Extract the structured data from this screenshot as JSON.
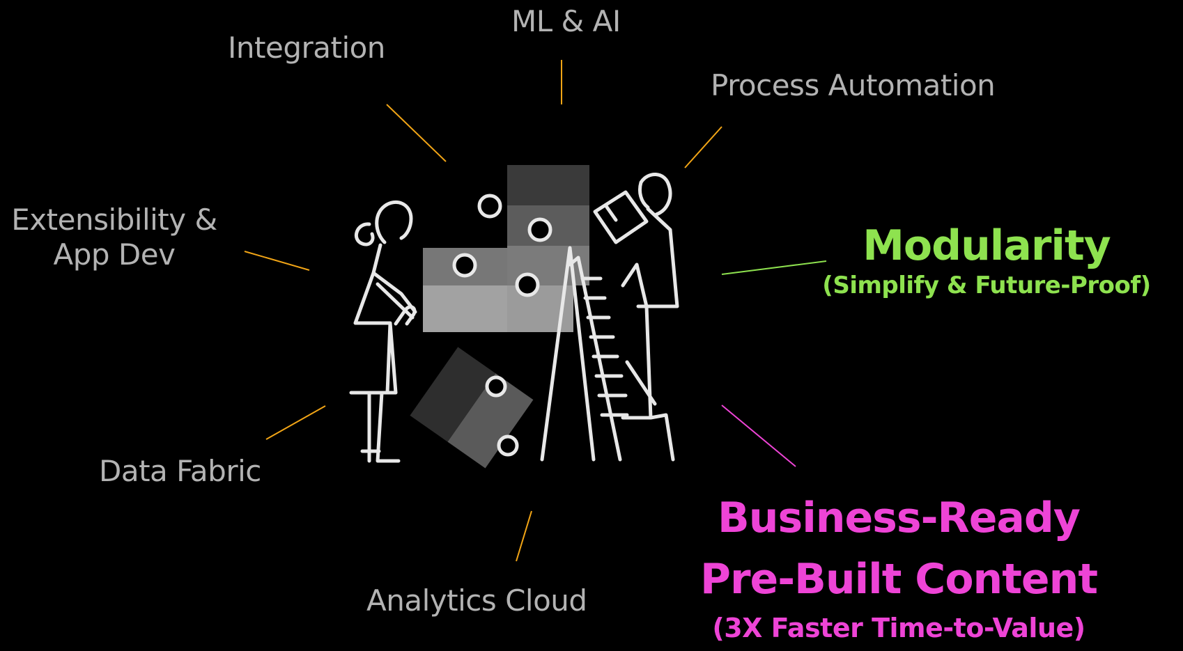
{
  "labels": {
    "ml_ai": "ML & AI",
    "integration": "Integration",
    "process_automation": "Process Automation",
    "extensibility_line1": "Extensibility &",
    "extensibility_line2": "App Dev",
    "data_fabric": "Data Fabric",
    "analytics_cloud": "Analytics Cloud"
  },
  "highlights": {
    "modularity": {
      "title": "Modularity",
      "subtitle": "(Simplify & Future-Proof)",
      "color": "#8ee24f"
    },
    "business_ready": {
      "title_line1": "Business-Ready",
      "title_line2": "Pre-Built Content",
      "subtitle": "(3X Faster Time-to-Value)",
      "color": "#ee44d6"
    }
  },
  "colors": {
    "background": "#000000",
    "label_text": "#b3b3b3",
    "connector": "#f2a516",
    "illustration_stroke": "#e8e8e8"
  },
  "illustration": {
    "icon": "people-assembling-puzzle-icon"
  }
}
